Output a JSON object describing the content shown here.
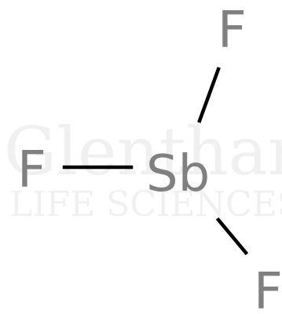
{
  "watermark": {
    "line1": "Glentham",
    "line2": "LIFE SCIENCES"
  },
  "molecule": {
    "central_atom": "Sb",
    "ligands": [
      "F",
      "F",
      "F"
    ]
  },
  "colors": {
    "atom_label": "#808080",
    "bond": "#000000",
    "watermark": "#f0f0f0",
    "background": "#ffffff"
  }
}
